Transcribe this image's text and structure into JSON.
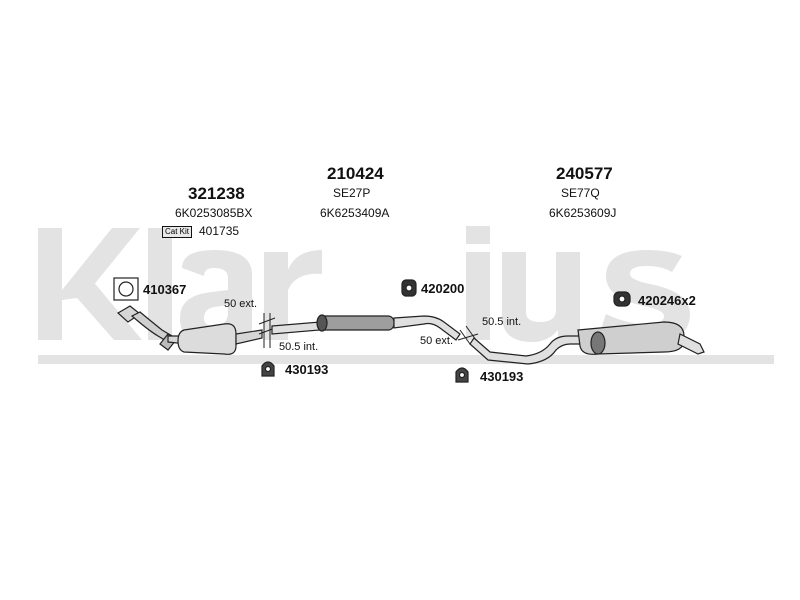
{
  "watermark": {
    "text": "Klarius",
    "color": "#e2e2e2"
  },
  "colors": {
    "line": "#222222",
    "fill": "#d0d0d0",
    "dark": "#555555"
  },
  "part_1": {
    "number": "321238",
    "oe_code": "6K0253085BX",
    "badge": "Cat Kit",
    "kit_number": "401735"
  },
  "part_2": {
    "number": "210424",
    "ref": "SE27P",
    "oe_code": "6K6253409A"
  },
  "part_3": {
    "number": "240577",
    "ref": "SE77Q",
    "oe_code": "6K6253609J"
  },
  "fittings": {
    "gasket": "410367",
    "hanger_mid": "420200",
    "hanger_rear": "420246x2",
    "clamp_1": "430193",
    "clamp_2": "430193"
  },
  "joints": {
    "joint1_ext": "50 ext.",
    "joint1_int": "50.5 int.",
    "joint2_int": "50.5 int.",
    "joint2_ext": "50 ext."
  }
}
